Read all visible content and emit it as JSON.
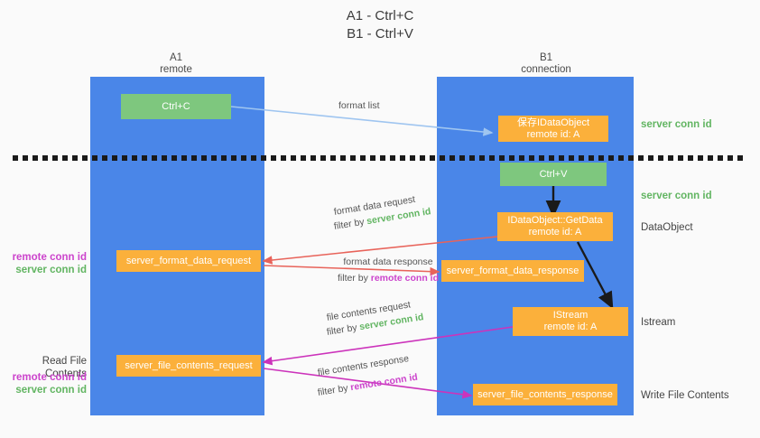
{
  "title": {
    "line1": "A1 - Ctrl+C",
    "line2": "B1 - Ctrl+V"
  },
  "columns": [
    {
      "name": "A1",
      "sub": "remote"
    },
    {
      "name": "B1",
      "sub": "connection"
    }
  ],
  "nodes": {
    "ctrl_c": {
      "label": "Ctrl+C",
      "color": "#7ec77e"
    },
    "save_idata": {
      "label": "保存IDataObject",
      "sub": "remote id: A",
      "color": "#fbb03b"
    },
    "ctrl_v": {
      "label": "Ctrl+V",
      "color": "#7ec77e"
    },
    "getdata": {
      "label": "IDataObject::GetData",
      "sub": "remote id: A",
      "color": "#fbb03b"
    },
    "fmt_req": {
      "label": "server_format_data_request",
      "color": "#fbb03b"
    },
    "fmt_resp": {
      "label": "server_format_data_response",
      "color": "#fbb03b"
    },
    "istream": {
      "label": "IStream",
      "sub": "remote id: A",
      "color": "#fbb03b"
    },
    "file_req": {
      "label": "server_file_contents_request",
      "color": "#fbb03b"
    },
    "file_resp": {
      "label": "server_file_contents_response",
      "color": "#fbb03b"
    }
  },
  "edges": {
    "format_list": {
      "label": "format list"
    },
    "fmt_data_req": {
      "label": "format data request",
      "filter_prefix": "filter by ",
      "filter_term": "server conn id"
    },
    "fmt_data_resp": {
      "label": "format data response",
      "filter_prefix": "filter by ",
      "filter_term": "remote conn id"
    },
    "file_req_lbl": {
      "label": "file contents request",
      "filter_prefix": "filter by ",
      "filter_term": "server conn id"
    },
    "file_resp_lbl": {
      "label": "file contents response",
      "filter_prefix": "filter by ",
      "filter_term": "remote conn id"
    }
  },
  "annotations": {
    "right": [
      {
        "text": "server conn id",
        "style": "green"
      },
      {
        "text": "server conn id",
        "style": "green"
      },
      {
        "text": "DataObject",
        "style": "plain"
      },
      {
        "text": "Istream",
        "style": "plain"
      },
      {
        "text": "Write File Contents",
        "style": "plain"
      }
    ],
    "left": {
      "group1_remote": "remote conn id",
      "group1_server": "server conn id",
      "read_file_contents": "Read File Contents",
      "group2_remote": "remote conn id",
      "group2_server": "server conn id"
    }
  },
  "colors": {
    "lane": "#4a86e8",
    "green_box": "#7ec77e",
    "orange_box": "#fbb03b",
    "green_text": "#62b562",
    "magenta_text": "#cc44cc",
    "arrow_lightblue": "#9fc5f0",
    "arrow_red": "#e8635a",
    "arrow_magenta": "#cc33bb",
    "arrow_black": "#1a1a1a",
    "background": "#fafafa"
  }
}
